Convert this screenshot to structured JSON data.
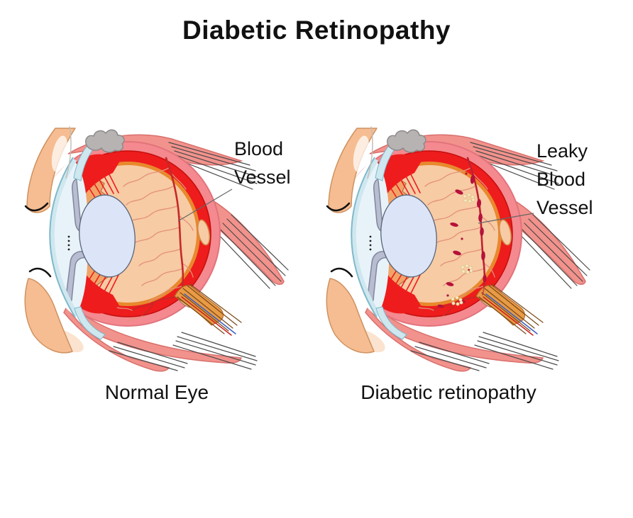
{
  "title": "Diabetic Retinopathy",
  "figures": {
    "normal": {
      "caption": "Normal Eye",
      "annotation": {
        "lines": [
          "Blood",
          "Vessel"
        ]
      }
    },
    "diabetic": {
      "caption": "Diabetic retinopathy",
      "annotation": {
        "lines": [
          "Leaky",
          "Blood",
          "Vessel"
        ]
      }
    }
  },
  "theme": {
    "sclera_pink": "#f4898f",
    "choroid_red": "#ee1c1c",
    "ring_orange": "#e8892d",
    "retina_peach": "#f7cba4",
    "ciliary_orange": "#f1a468",
    "lens_blue": "#dbe5f7",
    "cornea_blue": "#cfe7ef",
    "iris_gray": "#b9bdd1",
    "muscle_pink": "#f2928c",
    "skin_peach": "#f6bd92",
    "vessel_red": "#c62828",
    "vessel_branch": "#e3917a",
    "aneurysm_red": "#b5123a",
    "exudate_yellow": "#f5e9c5",
    "nerve_orange": "#e89a45",
    "text": "#111111"
  }
}
